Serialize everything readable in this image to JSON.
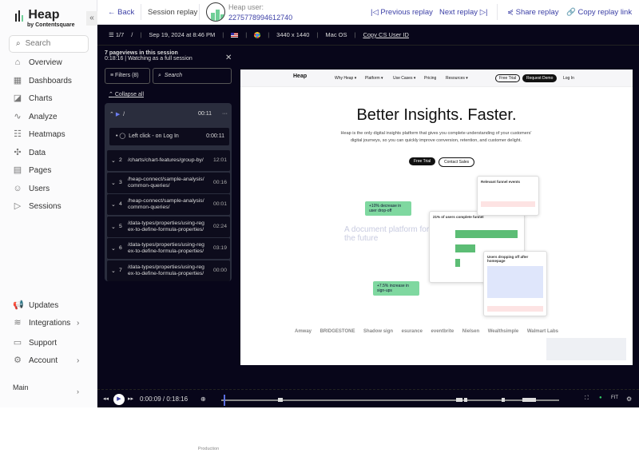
{
  "sidebar": {
    "brand": "Heap",
    "brand_sub": "by Contentsquare",
    "collapse": "«",
    "search_placeholder": "Search",
    "items": [
      {
        "label": "Overview",
        "icon": "home-icon"
      },
      {
        "label": "Dashboards",
        "icon": "dashboard-icon"
      },
      {
        "label": "Charts",
        "icon": "chart-icon"
      },
      {
        "label": "Analyze",
        "icon": "analyze-icon"
      },
      {
        "label": "Heatmaps",
        "icon": "heatmap-icon"
      },
      {
        "label": "Data",
        "icon": "data-icon"
      },
      {
        "label": "Pages",
        "icon": "pages-icon"
      },
      {
        "label": "Users",
        "icon": "users-icon"
      },
      {
        "label": "Sessions",
        "icon": "sessions-icon"
      }
    ],
    "bottom_items": [
      {
        "label": "Updates"
      },
      {
        "label": "Integrations"
      },
      {
        "label": "Support"
      },
      {
        "label": "Account"
      }
    ],
    "env": {
      "name": "Main",
      "sub": "Production"
    }
  },
  "topbar": {
    "back": "Back",
    "title": "Session replay",
    "user_label": "Heap user:",
    "user_id": "2275778994612740",
    "prev": "Previous replay",
    "next": "Next replay",
    "share": "Share replay",
    "copy": "Copy replay link"
  },
  "info": {
    "pageviews": "1/7",
    "path": "/",
    "date": "Sep 19, 2024 at 8:46 PM",
    "resolution": "3440 x 1440",
    "os": "Mac OS",
    "copy_id": "Copy CS User ID"
  },
  "panel": {
    "heading": "7 pageviews in this session",
    "sub": "0:18:16 | Watching as a full session",
    "filters": "Filters",
    "filter_count": "(8)",
    "search_placeholder": "Search",
    "collapse_all": "Collapse all",
    "current": {
      "path": "/",
      "time": "00:11",
      "event": "Left click - on Log In",
      "event_time": "0:00:11"
    },
    "rows": [
      {
        "n": "2",
        "path": "/charts/chart-features/group-by/",
        "time": "12:01"
      },
      {
        "n": "3",
        "path": "/heap-connect/sample-analysis/\ncommon-queries/",
        "time": "00:16"
      },
      {
        "n": "4",
        "path": "/heap-connect/sample-analysis/\ncommon-queries/",
        "time": "00:01"
      },
      {
        "n": "5",
        "path": "/data-types/properties/using-reg\nex-to-define-formula-properties/",
        "time": "02:24"
      },
      {
        "n": "6",
        "path": "/data-types/properties/using-reg\nex-to-define-formula-properties/",
        "time": "03:19"
      },
      {
        "n": "7",
        "path": "/data-types/properties/using-reg\nex-to-define-formula-properties/",
        "time": "00:00"
      }
    ]
  },
  "site": {
    "nav": [
      "Why Heap ▾",
      "Platform ▾",
      "Use Cases ▾",
      "Pricing",
      "Resources ▾"
    ],
    "free_trial": "Free Trial",
    "request_demo": "Request Demo",
    "login": "Log In",
    "hero": "Better Insights. Faster.",
    "sub": "Heap is the only digital insights platform that gives you complete understanding of your customers' digital journeys, so you can quickly improve conversion, retention, and customer delight.",
    "cta1": "Free Trial",
    "cta2": "Contact Sales",
    "badge1": "+10% decrease in user drop-off",
    "badge2": "+7.5% increase in sign-ups",
    "doc": "A document platform for the future",
    "funnel_title": "21% of users complete funnel",
    "events_title": "Relevant funnel events",
    "replay_title": "Users dropping off after homepage",
    "logos": [
      "Amway",
      "BRIDGESTONE",
      "Shadow sign",
      "esurance",
      "eventbrite",
      "Nielsen",
      "Wealthsimple",
      "Walmart Labs"
    ]
  },
  "controls": {
    "time": "0:00:09 / 0:18:16",
    "fit": "FIT",
    "progress": 0.008
  }
}
